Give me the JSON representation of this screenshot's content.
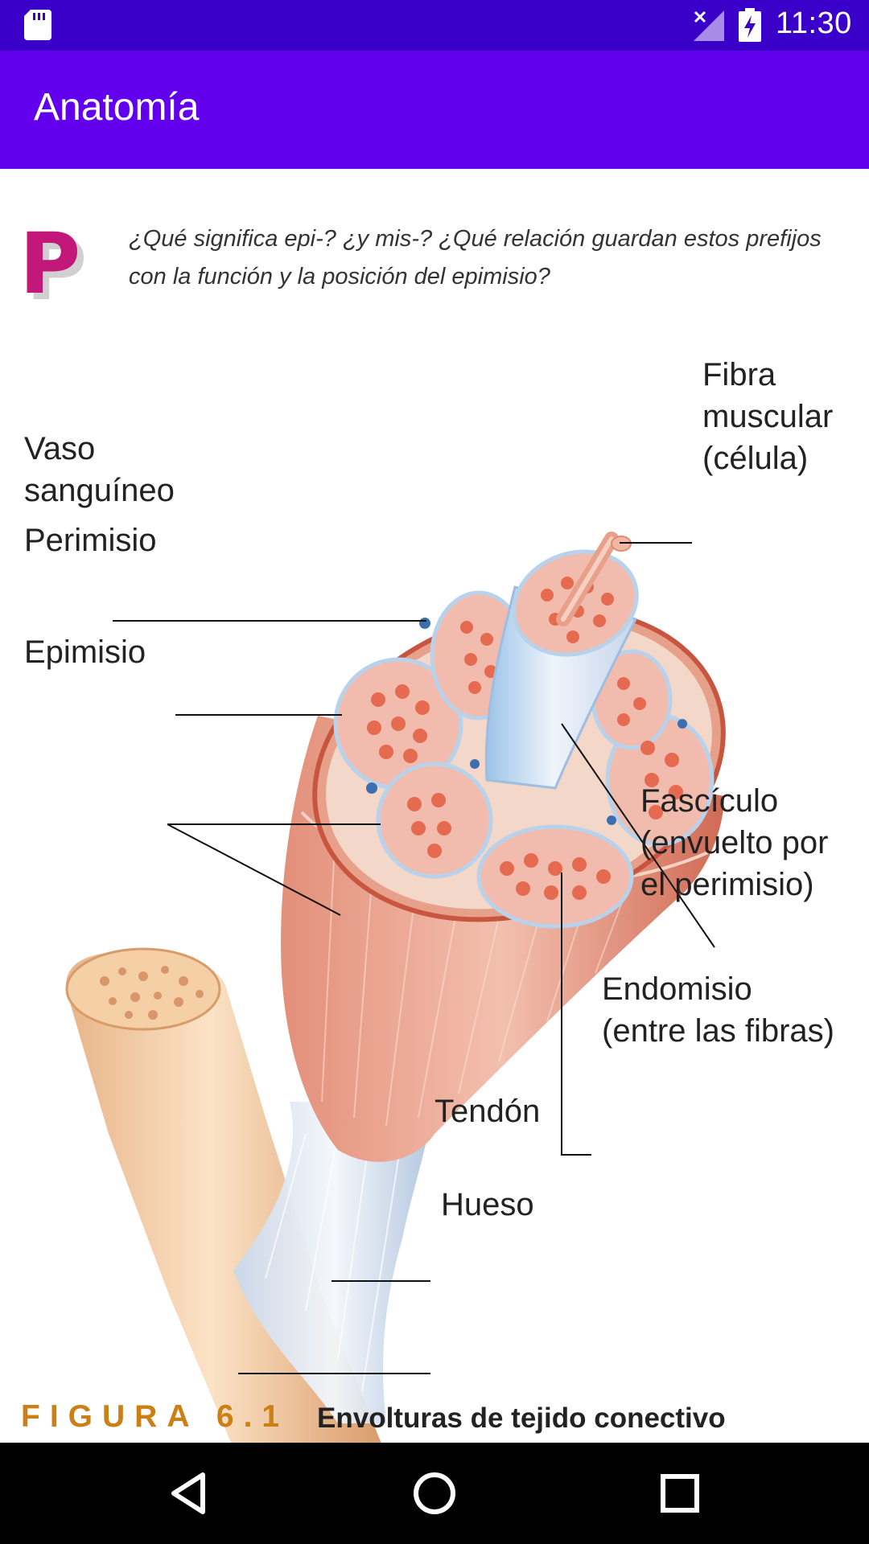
{
  "status_bar": {
    "time": "11:30",
    "icons": [
      "sd-card-icon",
      "signal-off-icon",
      "battery-charging-icon"
    ]
  },
  "app_bar": {
    "title": "Anatomía"
  },
  "question": {
    "badge_letter": "P",
    "text": "¿Qué significa epi-? ¿y mis-? ¿Qué relación guardan estos prefijos con la función y la posición del epimisio?"
  },
  "figure": {
    "labels": {
      "fibra": "Fibra\nmuscular\n(célula)",
      "vaso": "Vaso\nsanguíneo",
      "perimisio": "Perimisio",
      "epimisio": "Epimisio",
      "fasciculo": "Fascículo\n(envuelto por\nel perimisio)",
      "endomisio": "Endomisio\n(entre las fibras)",
      "tendon": "Tendón",
      "hueso": "Hueso"
    },
    "caption_label": "FIGURA 6.1",
    "caption_title": "Envolturas de tejido conectivo"
  },
  "nav_bar": {
    "buttons": [
      "back-icon",
      "home-icon",
      "recents-icon"
    ]
  },
  "colors": {
    "status_bar": "#3a00c9",
    "app_bar": "#6200ee",
    "badge": "#c2187a",
    "caption_accent": "#cc7f14"
  }
}
